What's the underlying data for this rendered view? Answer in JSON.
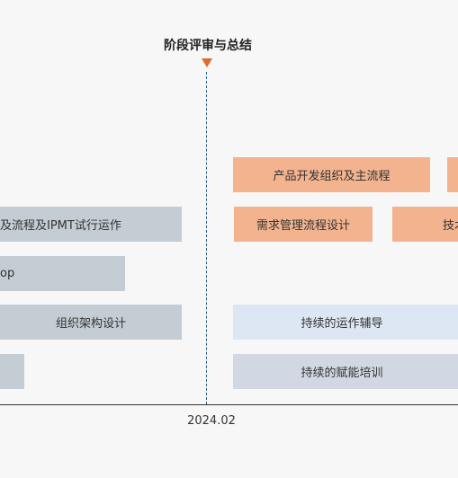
{
  "milestone": {
    "title": "阶段评审与总结"
  },
  "axis": {
    "tick_label": "2024.02"
  },
  "tasks_before": [
    {
      "label": "及流程及IPMT试行运作"
    },
    {
      "label": "op"
    },
    {
      "label": "组织架构设计"
    },
    {
      "label": ""
    }
  ],
  "tasks_after": [
    {
      "label": "产品开发组织及主流程"
    },
    {
      "label": ""
    },
    {
      "label": "需求管理流程设计"
    },
    {
      "label": "技术"
    },
    {
      "label": "持续的运作辅导"
    },
    {
      "label": "持续的赋能培训"
    }
  ],
  "colors": {
    "orange": "#f2b38e",
    "gray": "#c3cdd3",
    "lightblue": "#dde7f3",
    "bluegray": "#d1d8e4",
    "marker": "#e0692b"
  }
}
